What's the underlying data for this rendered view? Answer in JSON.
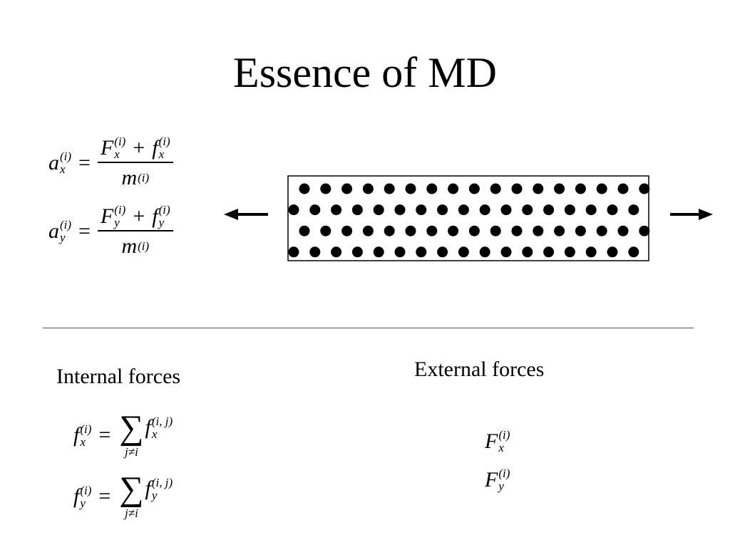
{
  "slide": {
    "title": "Essence of MD"
  },
  "equations": {
    "ax": {
      "lhs": {
        "base": "a",
        "sup": "(i)",
        "sub": "x"
      },
      "op": "=",
      "num": [
        {
          "base": "F",
          "sup": "(i)",
          "sub": "x"
        },
        {
          "op": "+"
        },
        {
          "base": "f",
          "sup": "(i)",
          "sub": "x"
        }
      ],
      "den": {
        "base": "m",
        "sup": "(i)",
        "sub": ""
      }
    },
    "ay": {
      "lhs": {
        "base": "a",
        "sup": "(i)",
        "sub": "y"
      },
      "op": "=",
      "num": [
        {
          "base": "F",
          "sup": "(i)",
          "sub": "y"
        },
        {
          "op": "+"
        },
        {
          "base": "f",
          "sup": "(i)",
          "sub": "y"
        }
      ],
      "den": {
        "base": "m",
        "sup": "(i)",
        "sub": ""
      }
    },
    "fx": {
      "lhs": {
        "base": "f",
        "sup": "(i)",
        "sub": "x"
      },
      "op": "=",
      "sum": {
        "symbol": "∑",
        "under": "j≠i"
      },
      "term": {
        "base": "f",
        "sup": "(i, j)",
        "sub": "x"
      }
    },
    "fy": {
      "lhs": {
        "base": "f",
        "sup": "(i)",
        "sub": "y"
      },
      "op": "=",
      "sum": {
        "symbol": "∑",
        "under": "j≠i"
      },
      "term": {
        "base": "f",
        "sup": "(i, j)",
        "sub": "y"
      }
    },
    "Fx": {
      "base": "F",
      "sup": "(i)",
      "sub": "x"
    },
    "Fy": {
      "base": "F",
      "sup": "(i)",
      "sub": "y"
    }
  },
  "labels": {
    "internal": "Internal forces",
    "external": "External forces"
  },
  "lattice": {
    "rows": 4,
    "dots_per_row": 17,
    "row_offsets_alternate": true,
    "dot_color": "#000000",
    "border_color": "#000000"
  },
  "arrows": {
    "left": "left-arrow",
    "right": "right-arrow"
  }
}
